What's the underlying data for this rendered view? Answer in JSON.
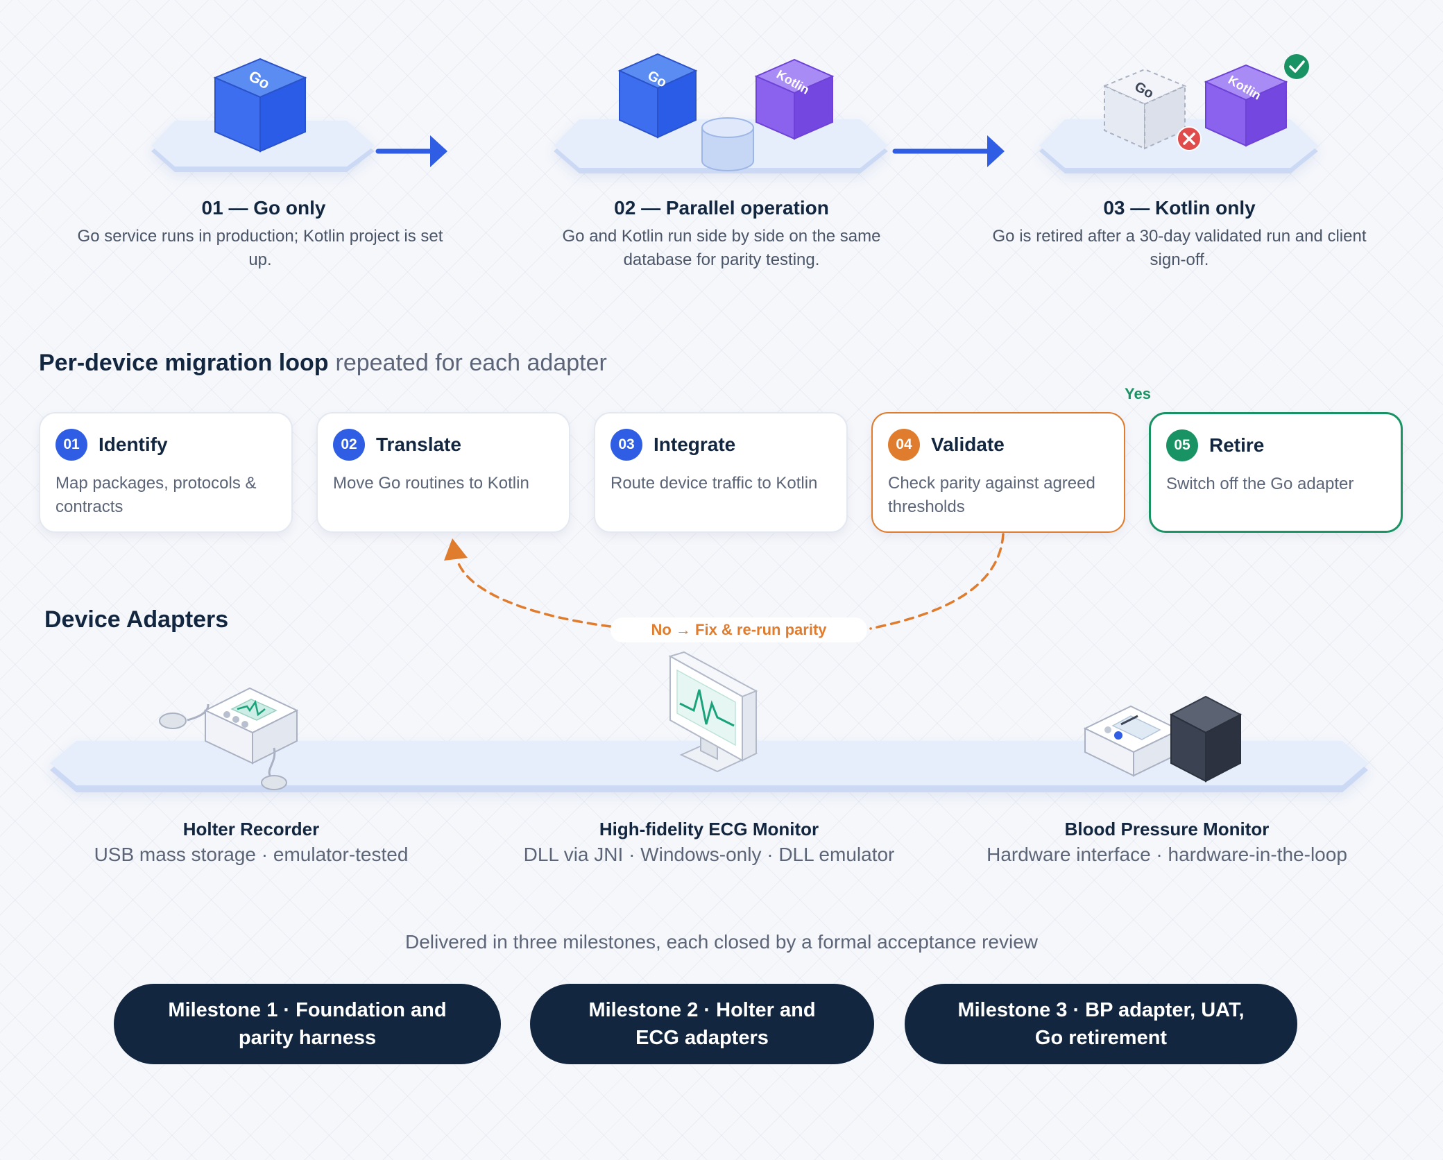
{
  "colors": {
    "accent_blue": "#2f5ee5",
    "accent_orange": "#e07c2e",
    "accent_green": "#1a9364",
    "kotlin_purple": "#8b5cf6",
    "navy": "#12263f",
    "muted_text": "#5b6577",
    "platform": "#dfe7f8"
  },
  "phases": [
    {
      "title": "01 — Go only",
      "description": "Go service runs in production; Kotlin project is set up.",
      "cube_labels": [
        "Go"
      ]
    },
    {
      "title": "02 — Parallel operation",
      "description": "Go and Kotlin run side by side on the same database for parity testing.",
      "cube_labels": [
        "Go",
        "Kotlin"
      ]
    },
    {
      "title": "03 — Kotlin only",
      "description": "Go is retired after a 30-day validated run and client sign-off.",
      "cube_labels": [
        "Go",
        "Kotlin"
      ]
    }
  ],
  "icons": {
    "phase_arrow": "arrow-right-icon",
    "database": "database-cylinder-icon",
    "retired": "x-circle-icon",
    "done": "check-circle-icon"
  },
  "loop": {
    "title": "Per-device migration loop",
    "subtitle": "repeated for each adapter",
    "steps": [
      {
        "number": "01",
        "title": "Identify",
        "description": "Map packages, protocols & contracts"
      },
      {
        "number": "02",
        "title": "Translate",
        "description": "Move Go routines to Kotlin"
      },
      {
        "number": "03",
        "title": "Integrate",
        "description": "Route device traffic to Kotlin"
      },
      {
        "number": "04",
        "title": "Validate",
        "description": "Check parity against agreed thresholds"
      },
      {
        "number": "05",
        "title": "Retire",
        "description": "Switch off the Go adapter"
      }
    ],
    "yes_label": "Yes",
    "no_label": "No → Fix & re-run parity"
  },
  "adapters": {
    "title": "Device Adapters",
    "devices": [
      {
        "name": "Holter Recorder",
        "description": "USB mass storage · emulator-tested",
        "icon": "holter-recorder-icon"
      },
      {
        "name": "High-fidelity ECG Monitor",
        "description": "DLL via JNI · Windows-only · DLL emulator",
        "icon": "ecg-monitor-icon"
      },
      {
        "name": "Blood Pressure Monitor",
        "description": "Hardware interface · hardware-in-the-loop",
        "icon": "bp-monitor-icon"
      }
    ]
  },
  "milestones": {
    "caption": "Delivered in three milestones, each closed by a formal acceptance review",
    "items": [
      {
        "label": "Milestone 1 · Foundation and parity harness"
      },
      {
        "label": "Milestone 2 · Holter and ECG adapters"
      },
      {
        "label": "Milestone 3 · BP adapter, UAT, Go retirement"
      }
    ]
  }
}
